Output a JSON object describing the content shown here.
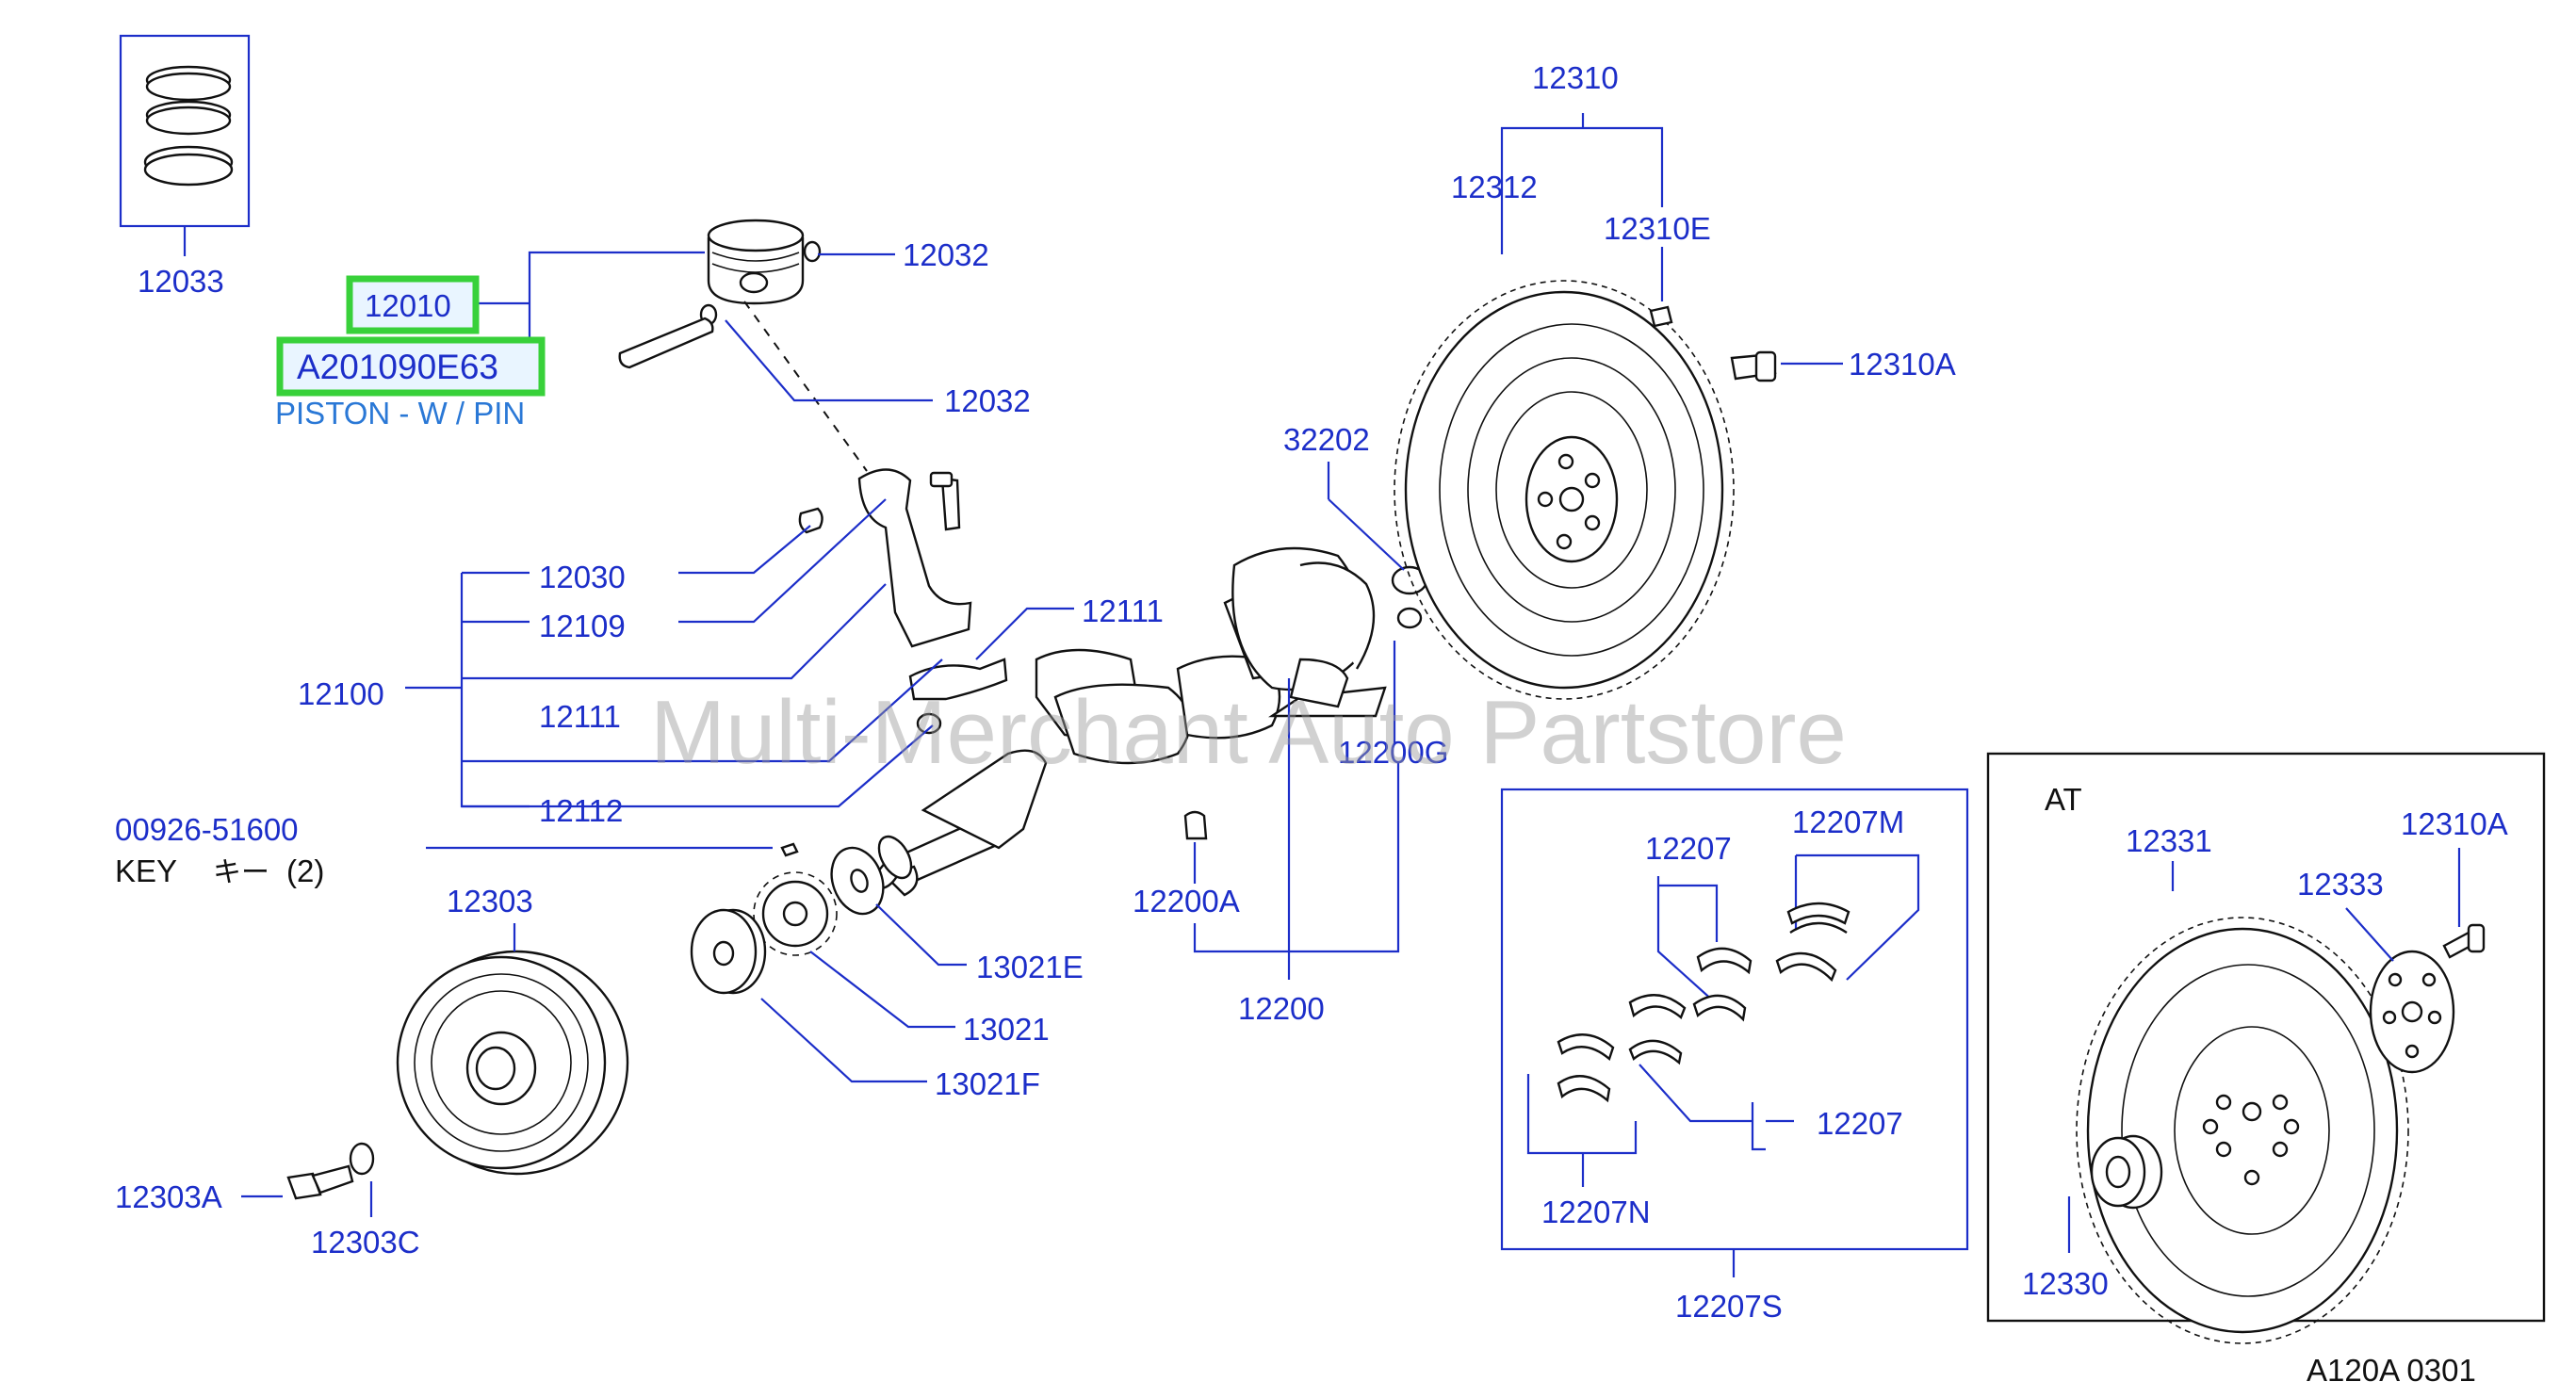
{
  "callouts": {
    "c12033": "12033",
    "c12032a": "12032",
    "c12032b": "12032",
    "c12010": "12010",
    "cA201090E63": "A201090E63",
    "piston_desc": "PISTON - W / PIN",
    "c12030": "12030",
    "c12109": "12109",
    "c12100": "12100",
    "c12111a": "12111",
    "c12111b": "12111",
    "c12112": "12112",
    "c00926": "00926-51600",
    "key_en": "KEY",
    "key_jp": "キー",
    "key_qty": "(2)",
    "c12303": "12303",
    "c12303A": "12303A",
    "c12303C": "12303C",
    "c13021E": "13021E",
    "c13021": "13021",
    "c13021F": "13021F",
    "c32202": "32202",
    "c12200G": "12200G",
    "c12200A": "12200A",
    "c12200": "12200",
    "c12310": "12310",
    "c12312": "12312",
    "c12310E": "12310E",
    "c12310A": "12310A",
    "c12207a": "12207",
    "c12207M": "12207M",
    "c12207b": "12207",
    "c12207N": "12207N",
    "c12207S": "12207S",
    "at_label": "AT",
    "c12331": "12331",
    "c12333": "12333",
    "c12310A_at": "12310A",
    "c12330": "12330",
    "diagram_code": "A120A  0301"
  },
  "watermark": "Multi-Merchant Auto Partstore",
  "colors": {
    "callout": "#1c2ec9",
    "highlight_border": "#38d13a",
    "description": "#2a78d6",
    "line_art": "#111111"
  }
}
